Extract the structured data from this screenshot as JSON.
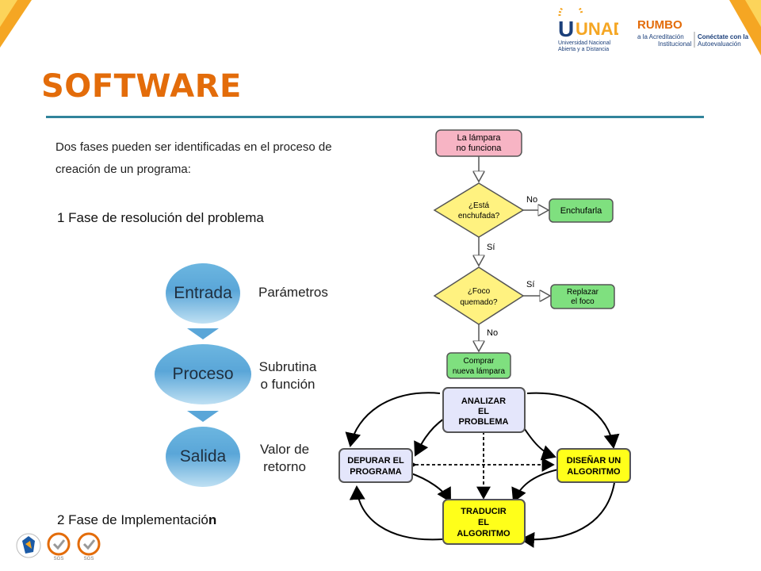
{
  "header": {
    "title": "SOFTWARE",
    "unad_logo_text": "UNAD",
    "unad_subtitle_1": "Universidad Nacional",
    "unad_subtitle_2": "Abierta y a Distancia",
    "rumbo_text": "RUMBO",
    "rumbo_sub": "a la Acreditación",
    "rumbo_sub2": "Institucional",
    "conectate_1": "Conéctate con la",
    "conectate_2": "Autoevaluación"
  },
  "intro": {
    "text": "Dos fases pueden ser identificadas en el proceso de creación de un programa:",
    "phase1": "1 Fase de resolución del problema",
    "phase2_main": "2 Fase de Implementació",
    "phase2_bold": "n"
  },
  "process": {
    "steps": [
      {
        "label": "Entrada",
        "desc": "Parámetros"
      },
      {
        "label": "Proceso",
        "desc": "Subrutina o función"
      },
      {
        "label": "Salida",
        "desc": "Valor de retorno"
      }
    ]
  },
  "flowchart": {
    "start": "La lámpara no funciona",
    "decision1": "¿Está enchufada?",
    "decision1_no": "No",
    "decision1_yes": "Sí",
    "action1": "Enchufarla",
    "decision2": "¿Foco quemado?",
    "decision2_yes": "Sí",
    "decision2_no": "No",
    "action2": "Replazar el foco",
    "action3": "Comprar nueva lámpara"
  },
  "cycle": {
    "top": "ANALIZAR EL PROBLEMA",
    "left": "DEPURAR EL PROGRAMA",
    "right": "DISEÑAR UN ALGORITMO",
    "bottom": "TRADUCIR EL ALGORITMO"
  },
  "colors": {
    "title": "#e36c0a",
    "rule": "#31849b",
    "start_fill": "#f7b4c4",
    "decision_fill": "#fff280",
    "action_fill": "#7fe07f",
    "cycle_blue": "#e4e6fb",
    "cycle_yellow": "#ffff1a"
  }
}
